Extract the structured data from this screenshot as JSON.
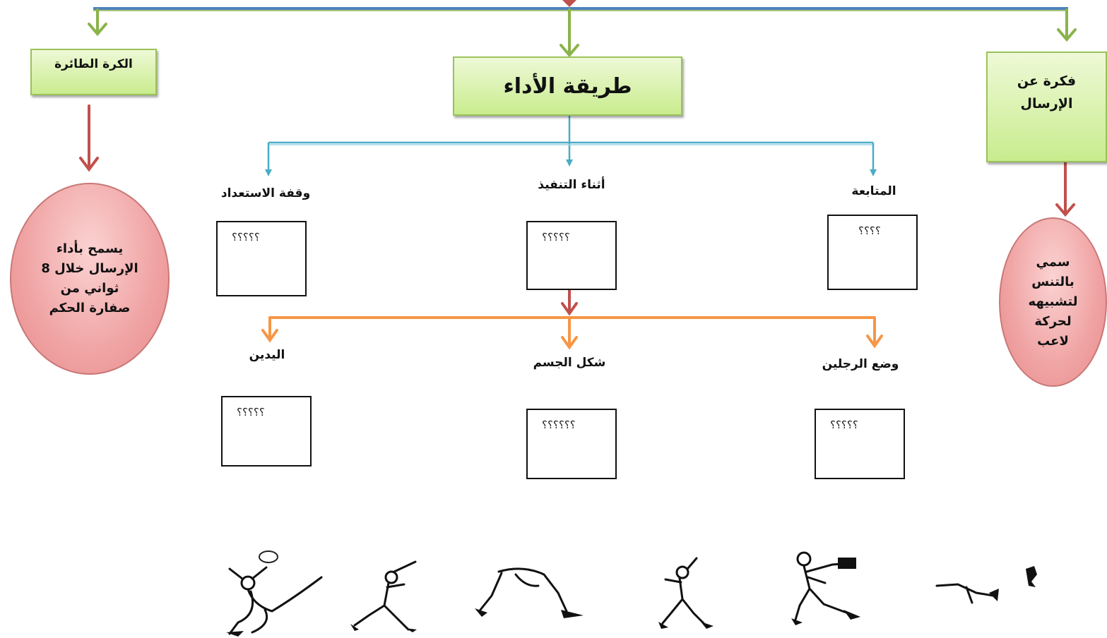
{
  "top_left_box": "الكرة الطائرة",
  "center_box": "طريقة الأداء",
  "top_right_box": "فكرة عن الإرسال",
  "left_ellipse": "يسمح بأداء الإرسال خلال 8 ثواني من صفارة الحكم",
  "right_ellipse": "سمي بالتنس لتشبيهه لحركة لاعب",
  "stages": [
    {
      "label": "وقفة الاستعداد",
      "placeholder": "؟؟؟؟؟"
    },
    {
      "label": "أثناء التنفيذ",
      "placeholder": "؟؟؟؟؟"
    },
    {
      "label": "المتابعة",
      "placeholder": "؟؟؟؟"
    }
  ],
  "details": [
    {
      "label": "اليدين",
      "placeholder": "؟؟؟؟؟"
    },
    {
      "label": "شكل الجسم",
      "placeholder": "؟؟؟؟؟؟"
    },
    {
      "label": "وضع الرجلين",
      "placeholder": "؟؟؟؟؟"
    }
  ],
  "colors": {
    "top_line": "#4f81bd",
    "green_arrow": "#8ab34a",
    "red_arrow": "#c0504d",
    "blue_arrow": "#4bacc6",
    "orange_arrow": "#f79646"
  },
  "figures": [
    "volleyball-spiker-icon",
    "player-serving-icon",
    "player-lunging-icon",
    "player-throwing-icon",
    "player-standing-icon",
    "player-diving-icon"
  ]
}
